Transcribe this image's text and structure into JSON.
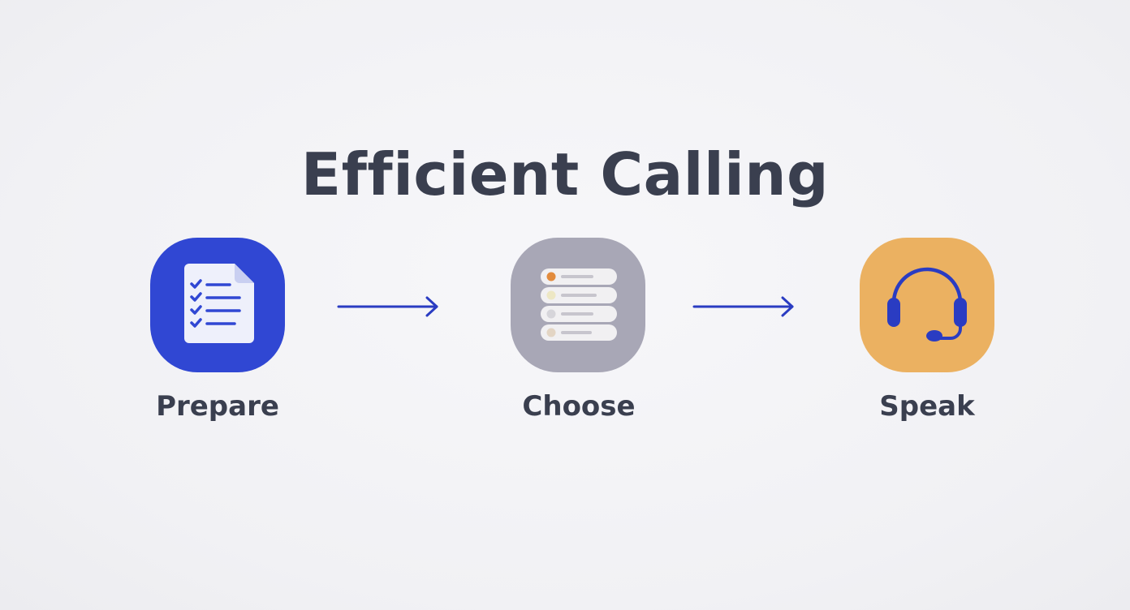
{
  "title": "Efficient Calling",
  "steps": [
    {
      "label": "Prepare",
      "icon": "checklist-document-icon",
      "color": "#3047d3"
    },
    {
      "label": "Choose",
      "icon": "stacked-options-icon",
      "color": "#a8a7b6"
    },
    {
      "label": "Speak",
      "icon": "headset-icon",
      "color": "#ebb161"
    }
  ],
  "arrow_color": "#2a3cc2"
}
